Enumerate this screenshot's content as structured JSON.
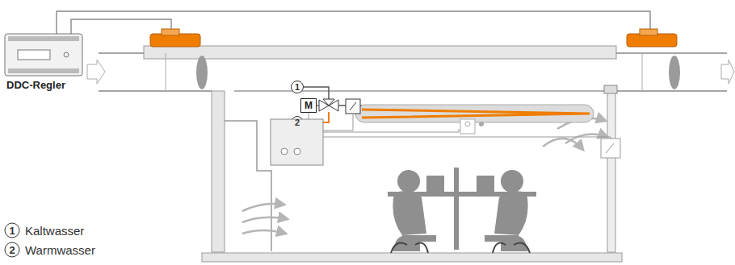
{
  "diagram": {
    "nodes": [
      {
        "text": [
          "DDC-Regler"
        ]
      },
      {
        "text": [
          "M"
        ]
      }
    ],
    "labels": [
      "1",
      "2",
      "1",
      "Kaltwasser",
      "2",
      "Warmwasser"
    ]
  }
}
